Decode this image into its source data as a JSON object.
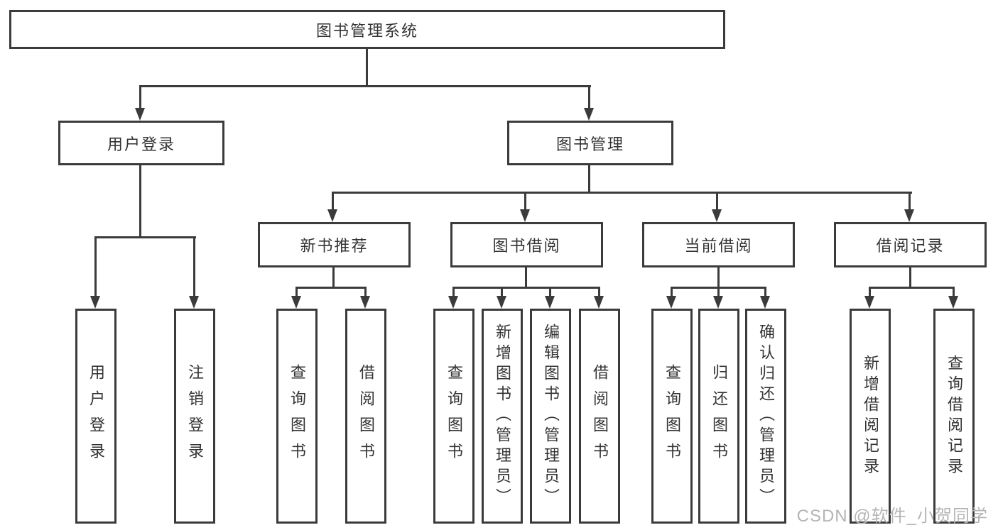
{
  "diagram": {
    "root": {
      "label": "图书管理系统"
    },
    "level2": [
      {
        "label": "用户登录"
      },
      {
        "label": "图书管理"
      }
    ],
    "level3": [
      {
        "label": "新书推荐"
      },
      {
        "label": "图书借阅"
      },
      {
        "label": "当前借阅"
      },
      {
        "label": "借阅记录"
      }
    ],
    "leaves": {
      "user_login": [
        {
          "label": "用户登录"
        },
        {
          "label": "注销登录"
        }
      ],
      "new_book_recommend": [
        {
          "label": "查询图书"
        },
        {
          "label": "借阅图书"
        }
      ],
      "book_borrow": [
        {
          "label": "查询图书"
        },
        {
          "label": "新增图书（管理员）"
        },
        {
          "label": "编辑图书（管理员）"
        },
        {
          "label": "借阅图书"
        }
      ],
      "current_borrow": [
        {
          "label": "查询图书"
        },
        {
          "label": "归还图书"
        },
        {
          "label": "确认归还（管理员）"
        }
      ],
      "borrow_records": [
        {
          "label": "新增借阅记录"
        },
        {
          "label": "查询借阅记录"
        }
      ]
    },
    "watermark": "CSDN @软件_小贺同学",
    "colors": {
      "line": "#3b3b3b",
      "text": "#333333",
      "watermark": "#b5b5b5",
      "background": "#ffffff"
    }
  }
}
